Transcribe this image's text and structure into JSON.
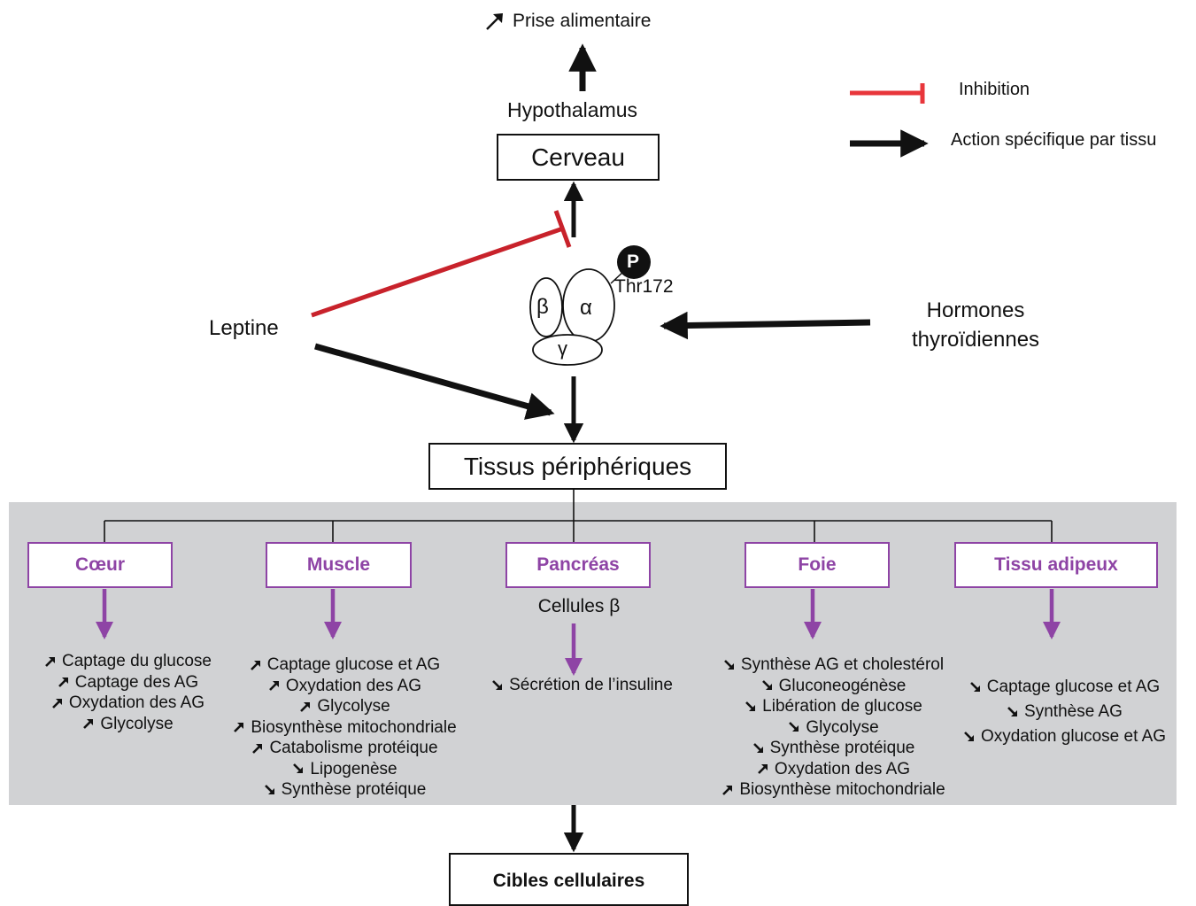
{
  "top": {
    "prise_alimentaire": "Prise alimentaire",
    "hypothalamus": "Hypothalamus",
    "cerveau": "Cerveau"
  },
  "legend": {
    "inhibition": "Inhibition",
    "action": "Action spécifique par tissu",
    "colors": {
      "inhibition": "#d9262b",
      "action": "#111111"
    }
  },
  "ampk": {
    "alpha": "α",
    "beta": "β",
    "gamma": "γ",
    "phospho": "P",
    "site": "Thr172"
  },
  "inputs": {
    "leptine": "Leptine",
    "hormones_line1": "Hormones",
    "hormones_line2": "thyroïdiennes"
  },
  "tissus": "Tissus périphériques",
  "cibles": "Cibles cellulaires",
  "organs": [
    {
      "name": "Cœur",
      "effects": [
        {
          "dir": "up",
          "text": "Captage du glucose"
        },
        {
          "dir": "up",
          "text": "Captage des AG"
        },
        {
          "dir": "up",
          "text": "Oxydation des AG"
        },
        {
          "dir": "up",
          "text": "Glycolyse"
        }
      ]
    },
    {
      "name": "Muscle",
      "effects": [
        {
          "dir": "up",
          "text": "Captage glucose et AG"
        },
        {
          "dir": "up",
          "text": "Oxydation des AG"
        },
        {
          "dir": "up",
          "text": "Glycolyse"
        },
        {
          "dir": "up",
          "text": "Biosynthèse mitochondriale"
        },
        {
          "dir": "up",
          "text": "Catabolisme protéique"
        },
        {
          "dir": "down",
          "text": "Lipogenèse"
        },
        {
          "dir": "down",
          "text": "Synthèse protéique"
        }
      ]
    },
    {
      "name": "Pancréas",
      "subtitle": "Cellules β",
      "effects": [
        {
          "dir": "down",
          "text": "Sécrétion de l’insuline"
        }
      ]
    },
    {
      "name": "Foie",
      "effects": [
        {
          "dir": "down",
          "text": "Synthèse AG et cholestérol"
        },
        {
          "dir": "down",
          "text": "Gluconeogénèse"
        },
        {
          "dir": "down",
          "text": "Libération de glucose"
        },
        {
          "dir": "down",
          "text": "Glycolyse"
        },
        {
          "dir": "down",
          "text": "Synthèse protéique"
        },
        {
          "dir": "up",
          "text": "Oxydation des AG"
        },
        {
          "dir": "up",
          "text": "Biosynthèse mitochondriale"
        }
      ]
    },
    {
      "name": "Tissu adipeux",
      "effects": [
        {
          "dir": "down",
          "text": "Captage glucose et AG"
        },
        {
          "dir": "down",
          "text": "Synthèse AG"
        },
        {
          "dir": "down",
          "text": "Oxydation glucose et AG"
        }
      ]
    }
  ]
}
